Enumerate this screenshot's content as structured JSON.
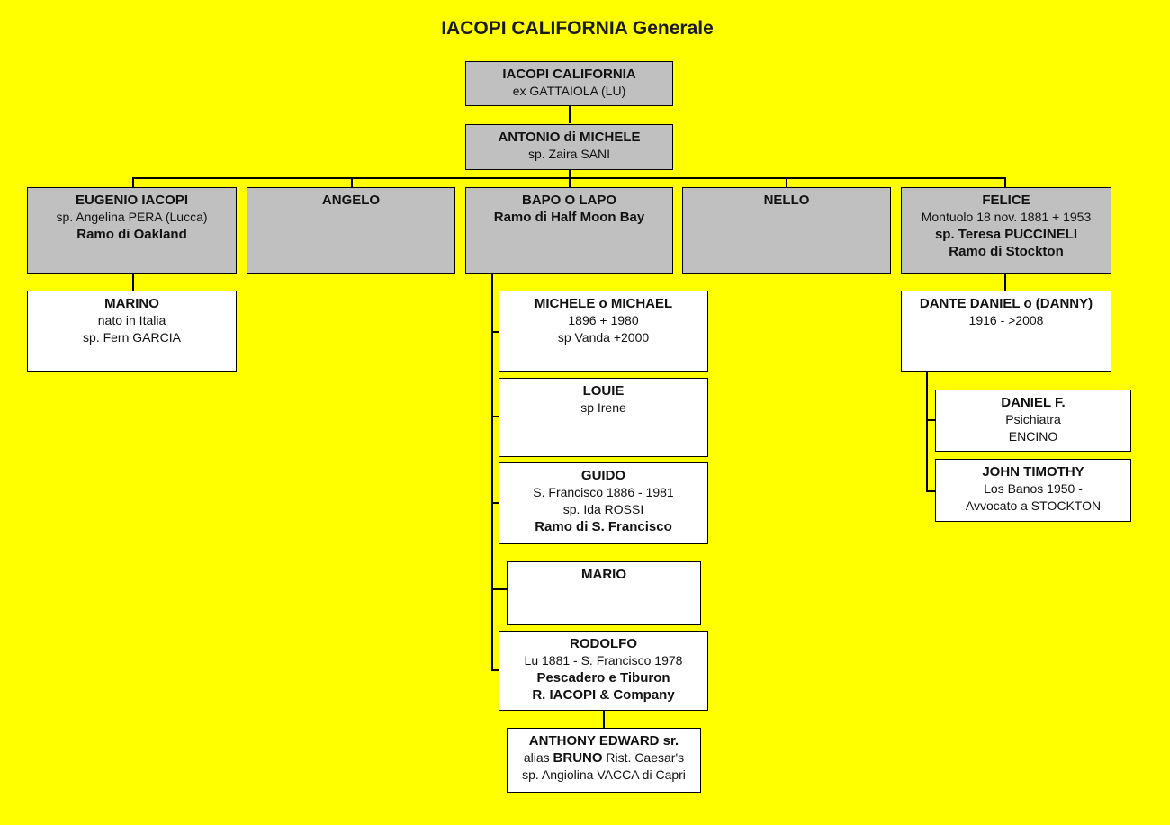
{
  "title": "IACOPI CALIFORNIA Generale",
  "root": {
    "name": "IACOPI CALIFORNIA",
    "line1": "ex GATTAIOLA (LU)"
  },
  "antonio": {
    "name": "ANTONIO di MICHELE",
    "line1": "sp. Zaira SANI"
  },
  "eugenio": {
    "name": "EUGENIO IACOPI",
    "line1": "sp. Angelina PERA (Lucca)",
    "bold1": "Ramo di Oakland"
  },
  "angelo": {
    "name": "ANGELO"
  },
  "bapo": {
    "name": "BAPO O LAPO",
    "bold1": "Ramo di Half Moon Bay"
  },
  "nello": {
    "name": "NELLO"
  },
  "felice": {
    "name": "FELICE",
    "line1": "Montuolo 18 nov. 1881 + 1953",
    "bold1": "sp. Teresa PUCCINELI",
    "bold2": "Ramo di Stockton"
  },
  "marino": {
    "name": "MARINO",
    "line1": "nato in Italia",
    "line2": "sp. Fern GARCIA"
  },
  "michele": {
    "name": "MICHELE o MICHAEL",
    "line1": "1896 + 1980",
    "line2": "sp Vanda +2000"
  },
  "louie": {
    "name": "LOUIE",
    "line1": "sp Irene"
  },
  "guido": {
    "name": "GUIDO",
    "line1": "S. Francisco 1886 - 1981",
    "line2": "sp. Ida ROSSI",
    "bold1": "Ramo di S. Francisco"
  },
  "mario": {
    "name": "MARIO"
  },
  "rodolfo": {
    "name": "RODOLFO",
    "line1": "Lu 1881 -  S. Francisco 1978",
    "bold1": "Pescadero e Tiburon",
    "bold2": "R. IACOPI & Company"
  },
  "anthony": {
    "name": "ANTHONY EDWARD sr.",
    "line1_pre": "alias ",
    "line1_bold": "BRUNO",
    "line1_post": " Rist. Caesar's",
    "line2": "sp. Angiolina VACCA di Capri"
  },
  "dante": {
    "name": "DANTE DANIEL o (DANNY)",
    "line1": "1916 - >2008"
  },
  "danielf": {
    "name": "DANIEL F.",
    "line1": "Psichiatra",
    "line2": "ENCINO"
  },
  "john": {
    "name": "JOHN TIMOTHY",
    "line1": "Los Banos 1950 -",
    "line2": "Avvocato a STOCKTON"
  }
}
